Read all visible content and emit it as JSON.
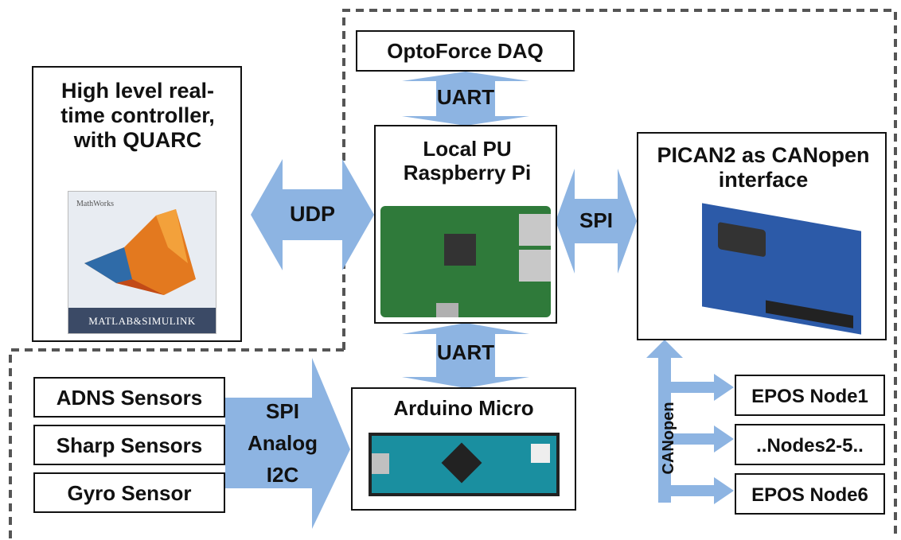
{
  "nodes": {
    "quarc": "High level real-time controller, with QUARC",
    "matlab_logo": {
      "brand": "MathWorks",
      "product": "MATLAB&SIMULINK"
    },
    "optoforce": "OptoForce DAQ",
    "raspberry": "Local PU Raspberry Pi",
    "pican": "PICAN2 as CANopen interface",
    "arduino": "Arduino Micro",
    "adns": "ADNS Sensors",
    "sharp": "Sharp Sensors",
    "gyro": "Gyro Sensor",
    "epos1": "EPOS Node1",
    "nodes25": "..Nodes2-5..",
    "epos6": "EPOS Node6"
  },
  "links": {
    "udp": "UDP",
    "uart_top": "UART",
    "spi": "SPI",
    "uart_bottom": "UART",
    "sensor_bus": [
      "SPI",
      "Analog",
      "I2C"
    ],
    "canopen": "CANopen"
  },
  "colors": {
    "arrow": "#8db4e2",
    "matlab_bg": "#e8ecf2",
    "matlab_banner": "#3b4a66",
    "pcb_green": "#2f7a3a",
    "arduino_teal": "#1a8fa0",
    "pican_blue": "#2c5aa8"
  }
}
